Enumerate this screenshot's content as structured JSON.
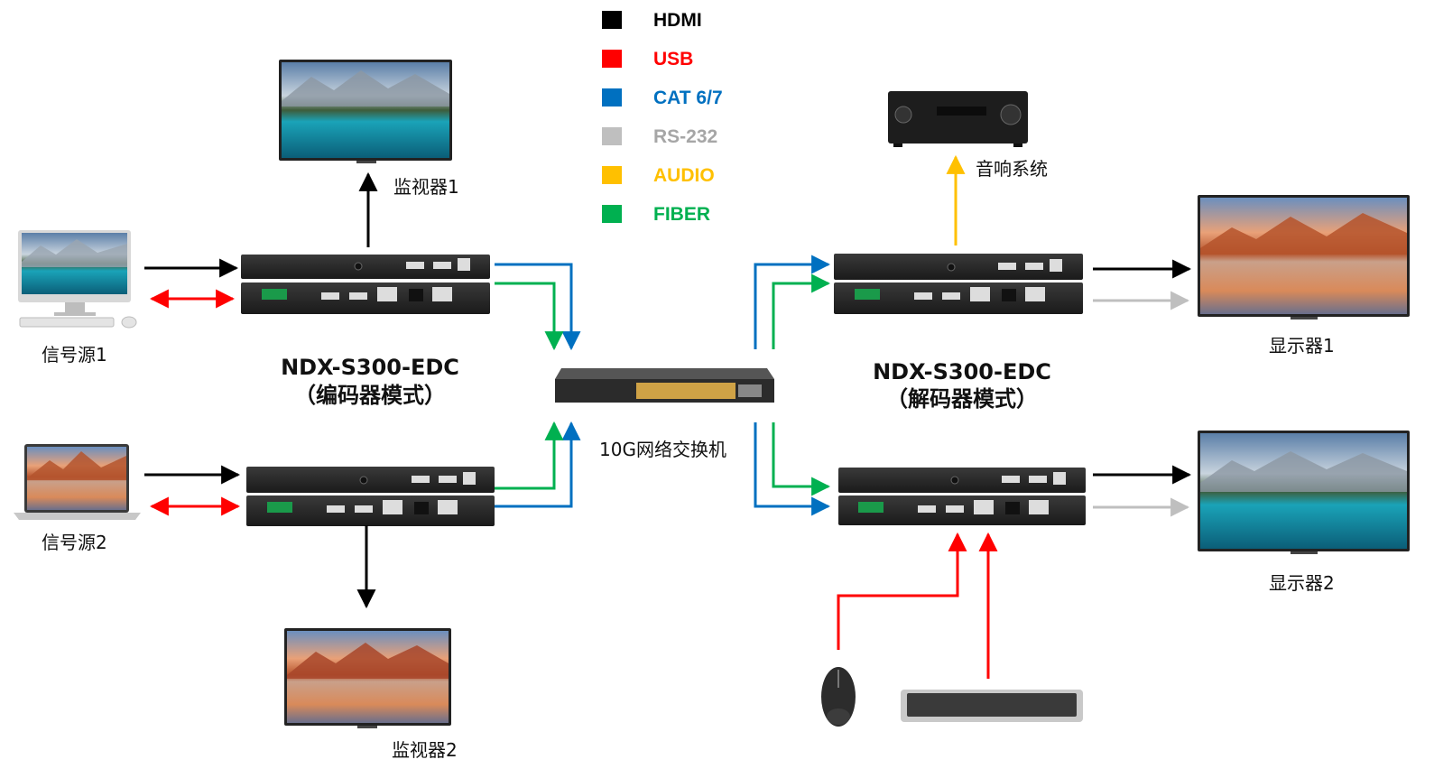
{
  "legend": [
    {
      "label": "HDMI",
      "color": "#000000"
    },
    {
      "label": "USB",
      "color": "#ff0000"
    },
    {
      "label": "CAT 6/7",
      "color": "#0070c0"
    },
    {
      "label": "RS-232",
      "color": "#bfbfbf"
    },
    {
      "label": "AUDIO",
      "color": "#ffc000"
    },
    {
      "label": "FIBER",
      "color": "#00b050"
    }
  ],
  "labels": {
    "monitor1": "监视器1",
    "monitor2": "监视器2",
    "source1": "信号源1",
    "source2": "信号源2",
    "switch": "10G网络交换机",
    "audio": "音响系统",
    "display1": "显示器1",
    "display2": "显示器2"
  },
  "encoder": {
    "model": "NDX-S300-EDC",
    "mode": "（编码器模式）"
  },
  "decoder": {
    "model": "NDX-S300-EDC",
    "mode": "（解码器模式）"
  }
}
